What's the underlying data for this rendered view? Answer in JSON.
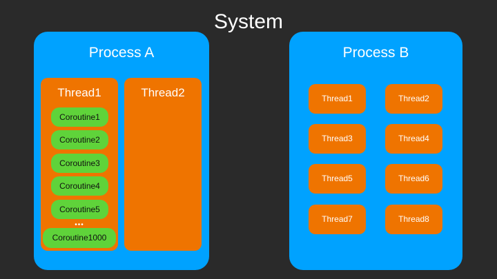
{
  "title": "System",
  "colors": {
    "background": "#2a2a2a",
    "process": "#00a2ff",
    "thread": "#ef7400",
    "coroutine": "#5fd33a",
    "text": "#ffffff"
  },
  "process_a": {
    "label": "Process A",
    "thread1": {
      "label": "Thread1",
      "coroutines": [
        "Coroutine1",
        "Coroutine2",
        "Coroutine3",
        "Coroutine4",
        "Coroutine5"
      ],
      "ellipsis": "•••",
      "last_coroutine": "Coroutine1000"
    },
    "thread2": {
      "label": "Thread2"
    }
  },
  "process_b": {
    "label": "Process B",
    "threads": [
      "Thread1",
      "Thread2",
      "Thread3",
      "Thread4",
      "Thread5",
      "Thread6",
      "Thread7",
      "Thread8"
    ]
  }
}
